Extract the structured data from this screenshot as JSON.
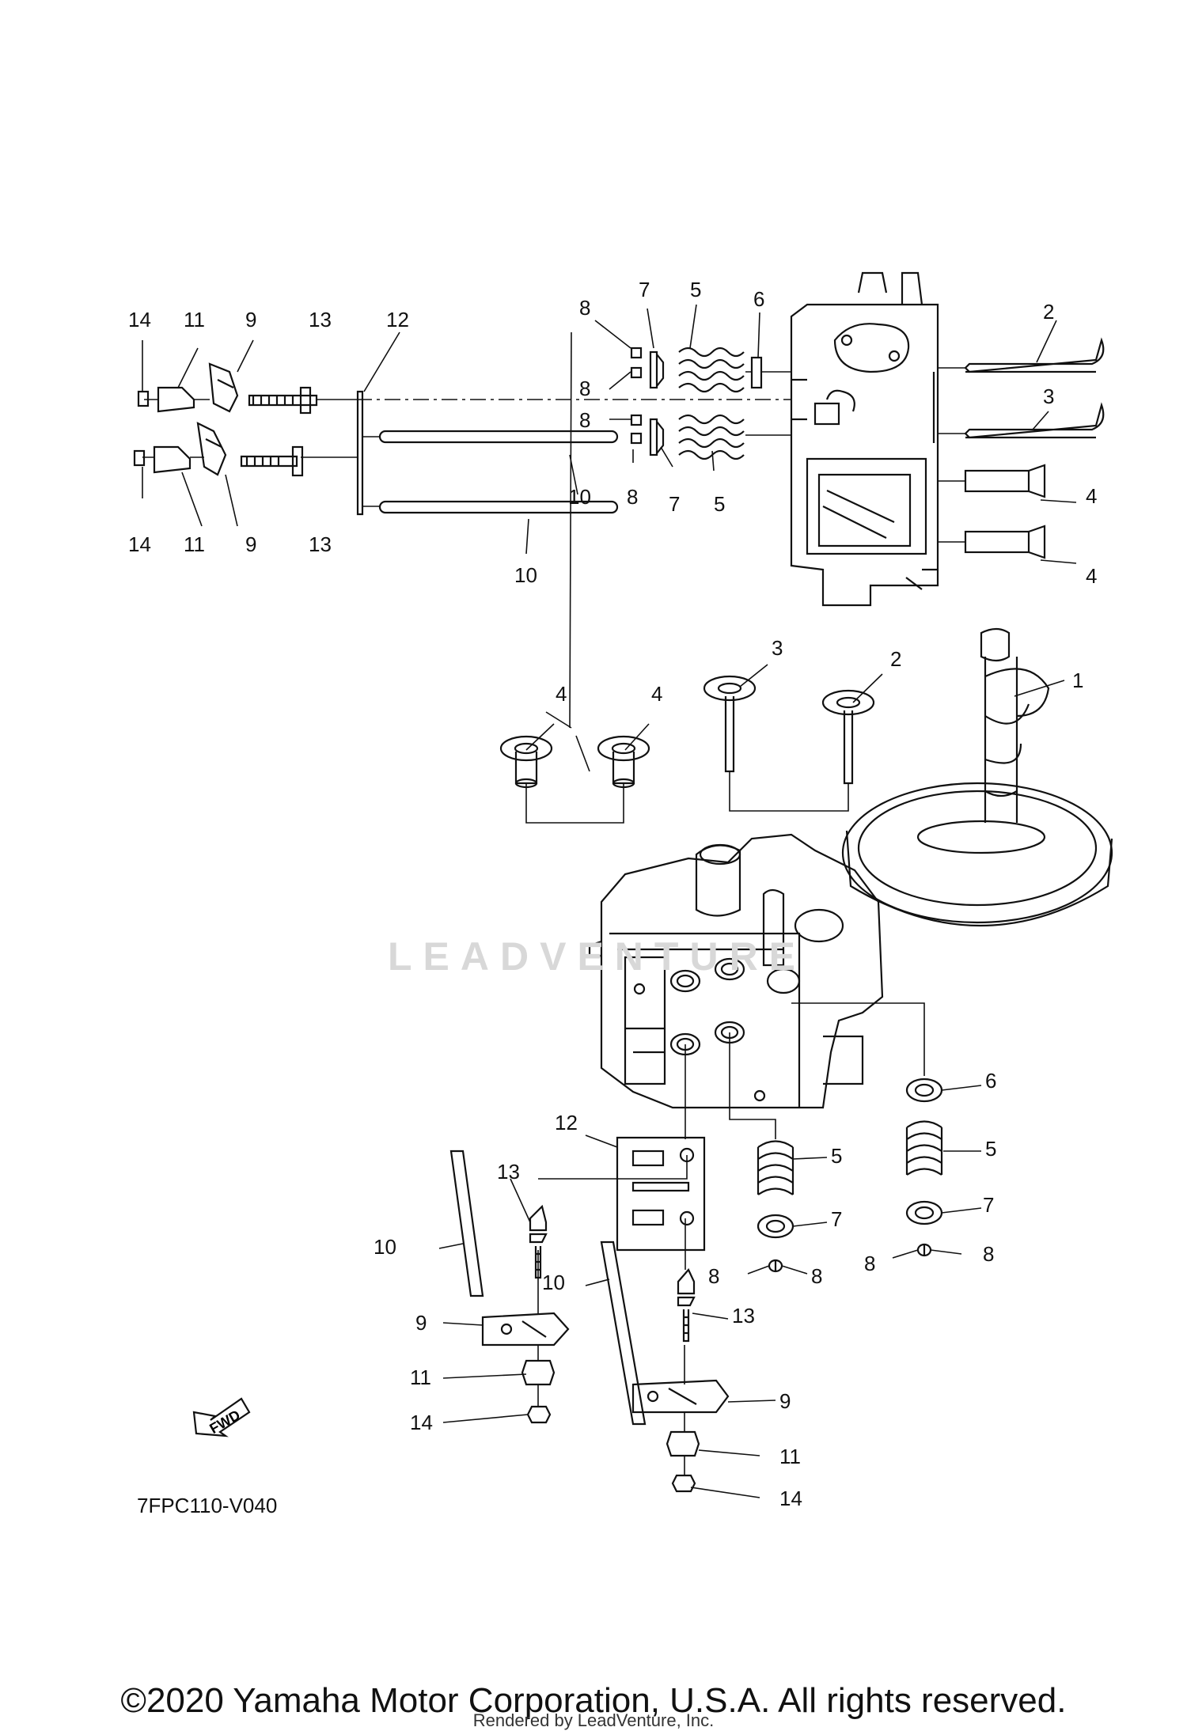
{
  "diagram_code": "7FPC110-V040",
  "fwd_label": "FWD",
  "watermark": "LEADVENTURE",
  "copyright": "©2020 Yamaha Motor Corporation, U.S.A. All rights reserved.",
  "rendered_by": "Rendered by LeadVenture, Inc.",
  "callouts": [
    "14",
    "11",
    "9",
    "13",
    "12",
    "8",
    "7",
    "5",
    "6",
    "2",
    "8",
    "8",
    "3",
    "14",
    "11",
    "9",
    "13",
    "10",
    "8",
    "7",
    "5",
    "4",
    "10",
    "4",
    "1",
    "4",
    "4",
    "3",
    "2",
    "6",
    "5",
    "12",
    "5",
    "13",
    "7",
    "7",
    "8",
    "8",
    "8",
    "8",
    "10",
    "10",
    "13",
    "9",
    "11",
    "14",
    "9",
    "11",
    "14"
  ]
}
